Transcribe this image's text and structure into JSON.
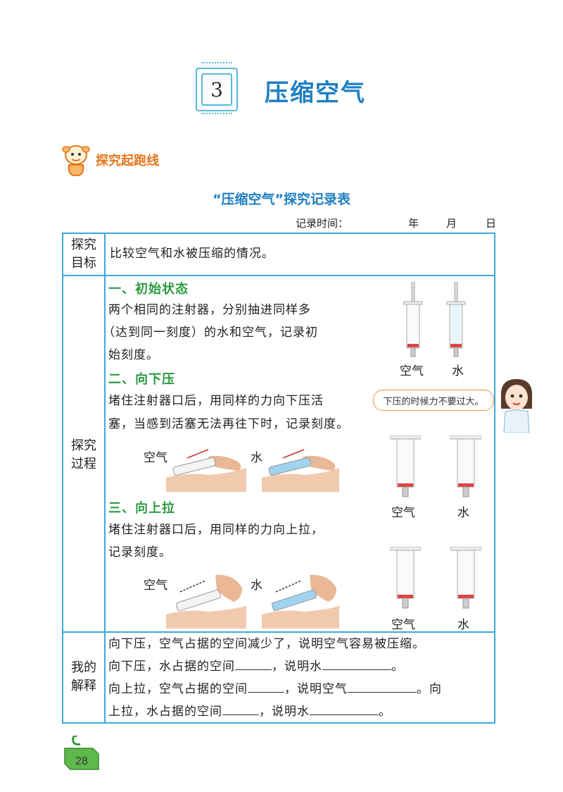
{
  "lesson": {
    "number": "3",
    "title": "压缩空气"
  },
  "section": {
    "label": "探究起跑线"
  },
  "table_title": "“压缩空气”探究记录表",
  "record_time": {
    "label": "记录时间：",
    "year": "年",
    "month": "月",
    "day": "日"
  },
  "rows": {
    "goal": {
      "head_1": "探究",
      "head_2": "目标",
      "text": "比较空气和水被压缩的情况。"
    },
    "process": {
      "head_1": "探究",
      "head_2": "过程",
      "step1": {
        "title": "一、初始状态",
        "line1": "两个相同的注射器，分别抽进同样多",
        "line2": "（达到同一刻度）的水和空气，记录初",
        "line3": "始刻度。"
      },
      "step2": {
        "title": "二、向下压",
        "line1": "堵住注射器口后，用同样的力向下压活",
        "line2": "塞，当感到活塞无法再往下时，记录刻度。"
      },
      "step3": {
        "title": "三、向上拉",
        "line1": "堵住注射器口后，用同样的力向上拉，",
        "line2": "记录刻度。"
      }
    },
    "explain": {
      "head_1": "我的",
      "head_2": "解释",
      "line1": "向下压，空气占据的空间减少了，说明空气容易被压缩。",
      "line2_a": "向下压，水占据的空间",
      "line2_b": "，说明水",
      "line2_c": "。",
      "line3_a": "向上拉，空气占据的空间",
      "line3_b": "，说明空气",
      "line3_c": "。向",
      "line4_a": "上拉，水占据的空间",
      "line4_b": "，说明水",
      "line4_c": "。"
    }
  },
  "captions": {
    "air": "空气",
    "water": "水"
  },
  "bubble": "下压的时候力不要过大。",
  "page_number": "28",
  "colors": {
    "accent_blue": "#1f7fc2",
    "border_blue": "#3da9dc",
    "step_green": "#2b9b3f",
    "orange": "#e2761b"
  }
}
